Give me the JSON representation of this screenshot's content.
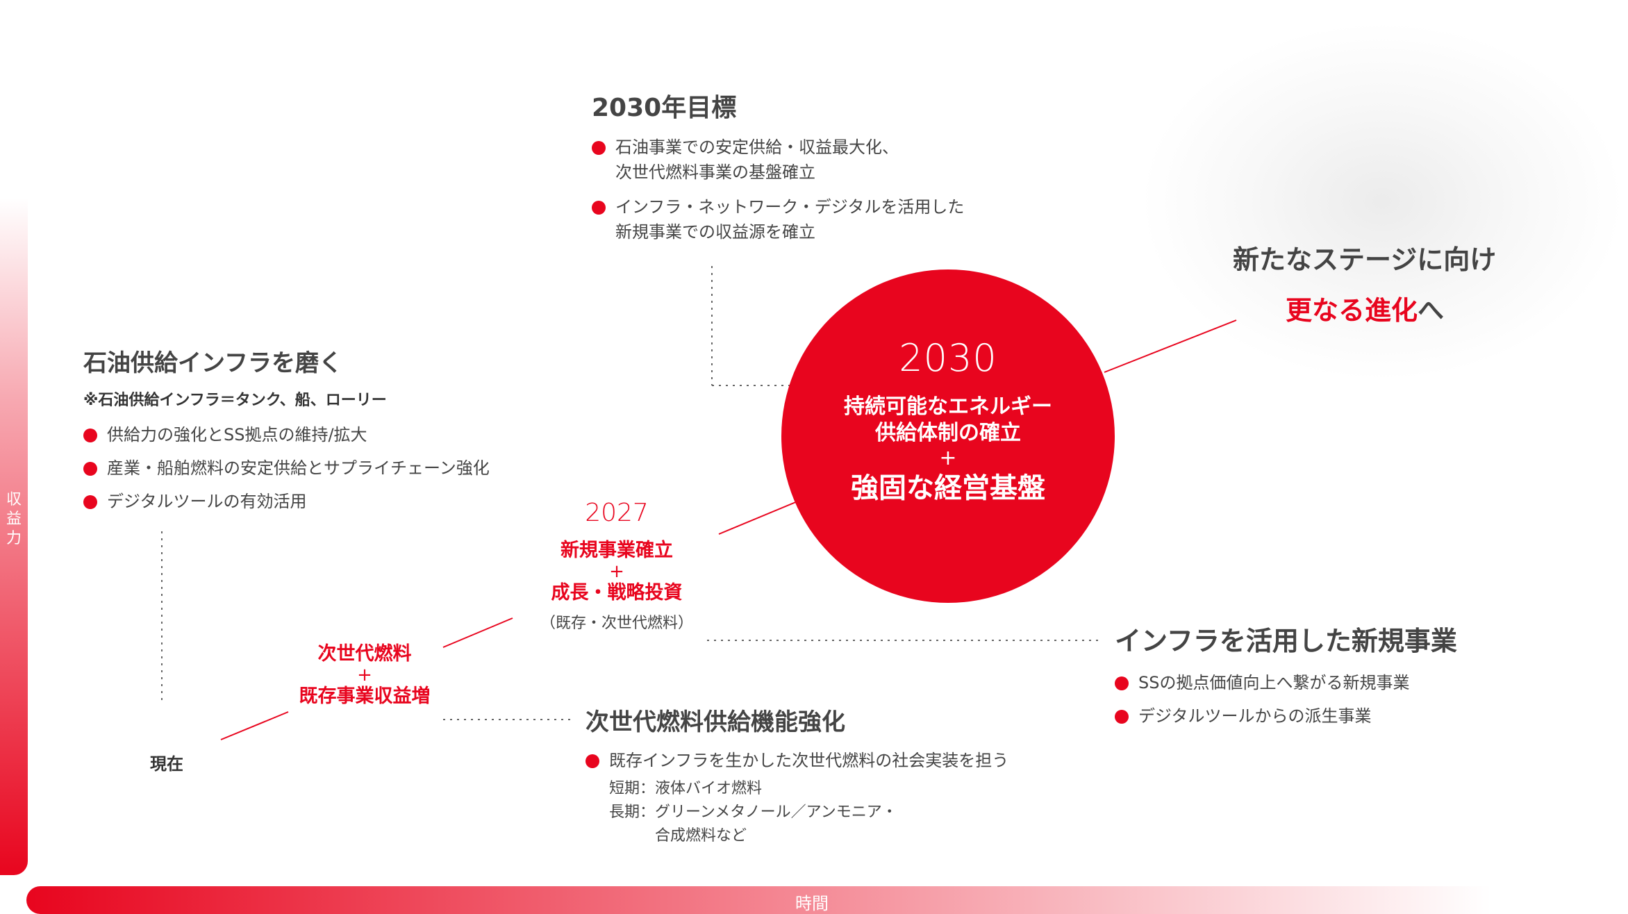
{
  "axes": {
    "y_label": "収益力",
    "x_label": "時間"
  },
  "goal_2030": {
    "title": "2030年目標",
    "bullets": [
      "石油事業での安定供給・収益最大化、\n次世代燃料事業の基盤確立",
      "インフラ・ネットワーク・デジタルを活用した\n新規事業での収益源を確立"
    ]
  },
  "new_stage": {
    "line1": "新たなステージに向け",
    "line2_red": "更なる進化",
    "line2_suffix": "へ"
  },
  "circle_2030": {
    "year": "2030",
    "line1": "持続可能なエネルギー",
    "line2": "供給体制の確立",
    "plus": "+",
    "line3": "強固な経営基盤"
  },
  "oil_infra": {
    "title": "石油供給インフラを磨く",
    "note": "※石油供給インフラ＝タンク、船、ローリー",
    "bullets": [
      "供給力の強化とSS拠点の維持/拡大",
      "産業・船舶燃料の安定供給とサプライチェーン強化",
      "デジタルツールの有効活用"
    ]
  },
  "milestone_2027": {
    "year": "2027",
    "line1": "新規事業確立",
    "plus": "+",
    "line2": "成長・戦略投資",
    "note": "（既存・次世代燃料）"
  },
  "milestone_mid": {
    "line1": "次世代燃料",
    "plus": "+",
    "line2": "既存事業収益増"
  },
  "current": {
    "label": "現在"
  },
  "infra_new_business": {
    "title": "インフラを活用した新規事業",
    "bullets": [
      "SSの拠点価値向上へ繋がる新規事業",
      "デジタルツールからの派生事業"
    ]
  },
  "next_fuel": {
    "title": "次世代燃料供給機能強化",
    "bullets": [
      "既存インフラを生かした次世代燃料の社会実装を担う"
    ],
    "short_term": "短期：液体バイオ燃料",
    "long_term": "長期：グリーンメタノール／アンモニア・\n　　　合成燃料など"
  },
  "colors": {
    "accent": "#e8051e",
    "text": "#444444"
  }
}
